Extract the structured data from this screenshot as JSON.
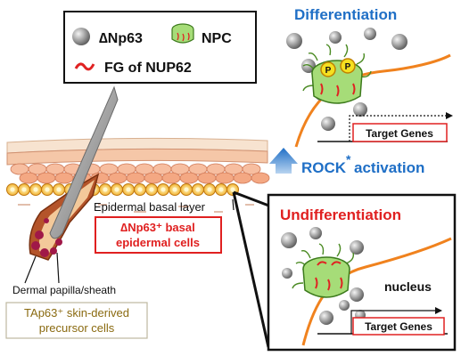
{
  "legend": {
    "dnp63": "∆Np63",
    "npc": "NPC",
    "fg": "FG of NUP62"
  },
  "differentiation": {
    "title": "Differentiation",
    "p_label": "P",
    "target_genes": "Target Genes"
  },
  "rock": {
    "word": "ROCK",
    "star": "*",
    "activation": "activation"
  },
  "undifferentiation": {
    "title": "Undifferentiation",
    "nucleus": "nucleus",
    "target_genes": "Target Genes"
  },
  "skin": {
    "epidermal_basal_layer": "Epidermal basal layer",
    "basal_cells_line1": "∆Np63⁺ basal",
    "basal_cells_line2": "epidermal cells",
    "dermal_papilla": "Dermal  papilla/sheath",
    "precursor_line1": "TAp63⁺ skin-derived",
    "precursor_line2": "precursor cells"
  },
  "colors": {
    "title_blue": "#1f6fc6",
    "title_red": "#e02020",
    "orange_line": "#f0821e",
    "npc_green": "#8ccf50",
    "fg_red": "#e02222",
    "p_yellow": "#f5e020",
    "basal_orange": "#f5a020",
    "tap63_text": "#8a6a10"
  }
}
